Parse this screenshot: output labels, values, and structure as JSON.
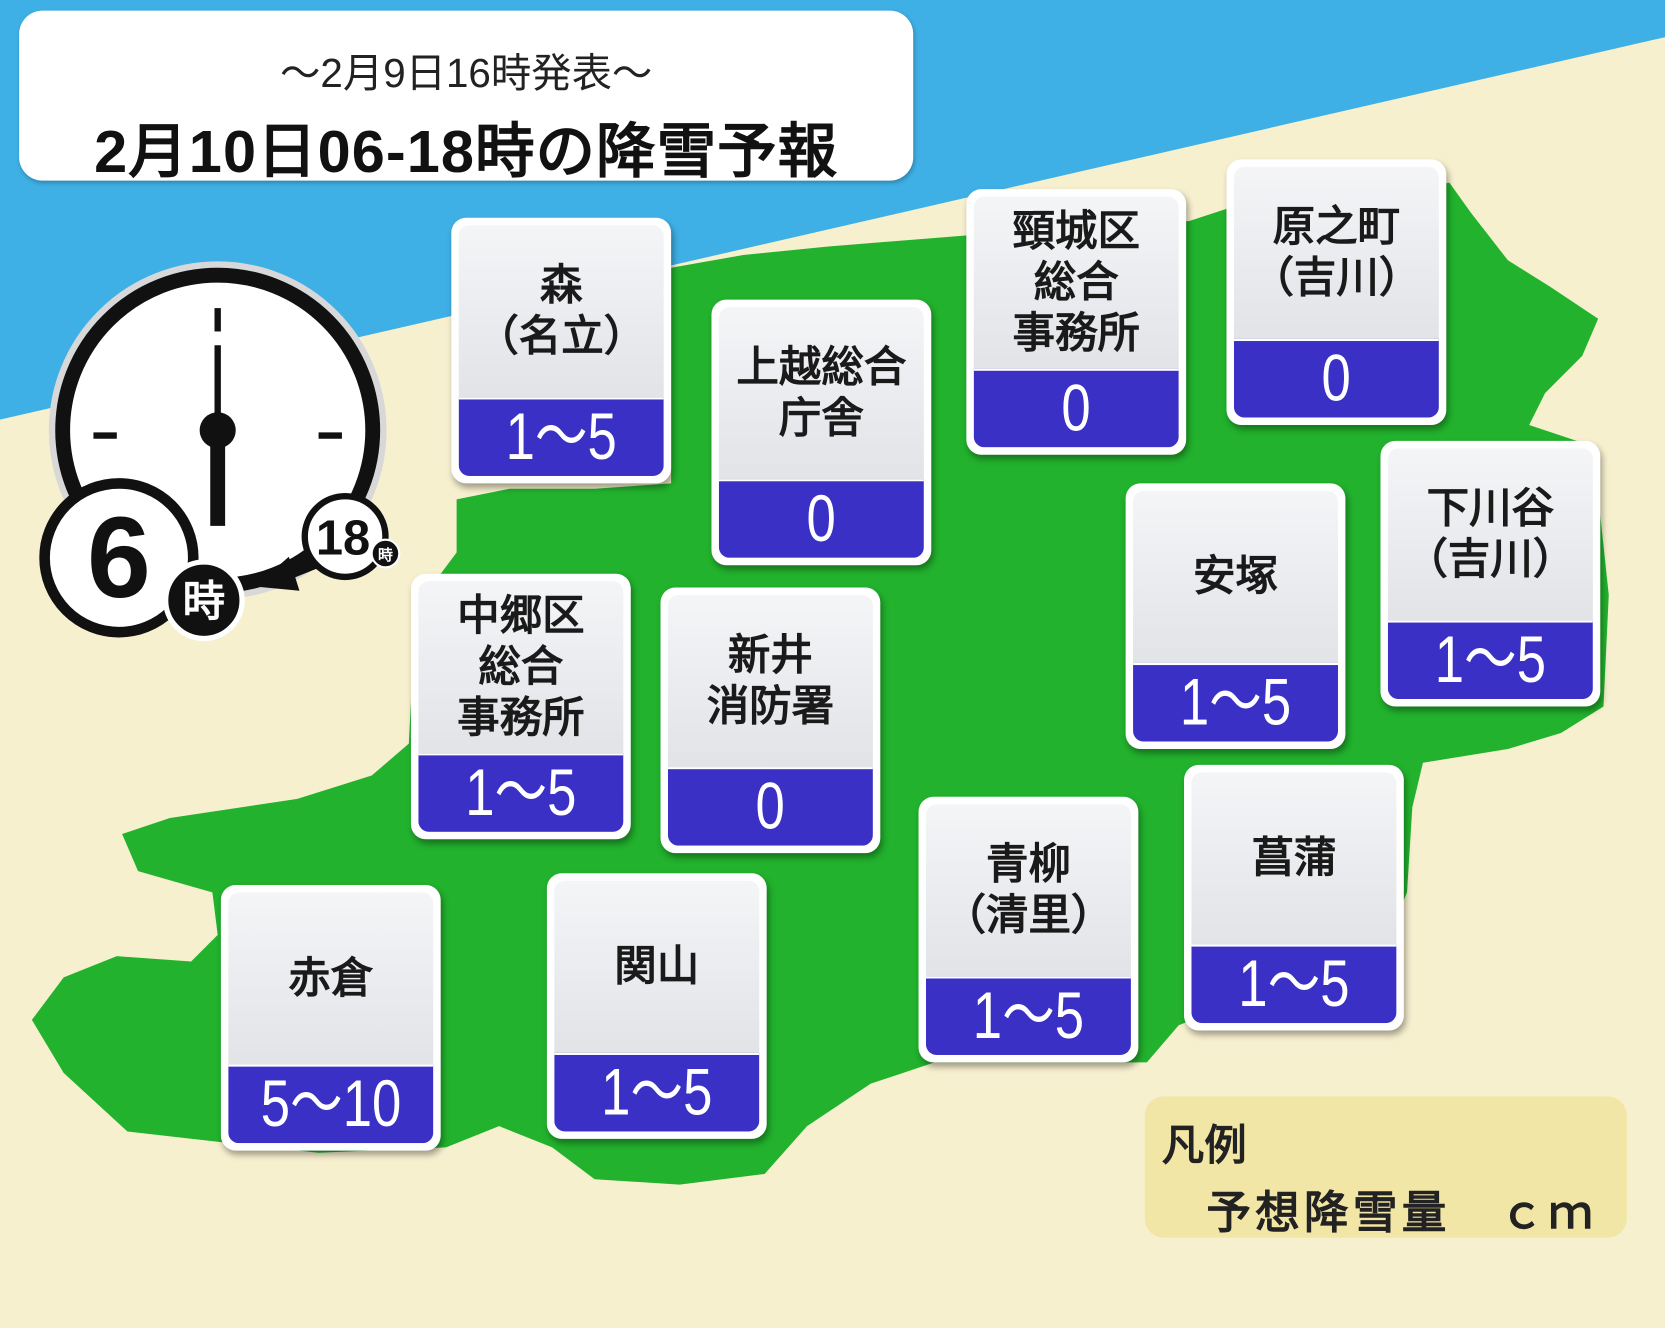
{
  "header": {
    "issued": "〜2月9日16時発表〜",
    "title": "2月10日06-18時の降雪予報"
  },
  "clock": {
    "start_hour": "6",
    "start_unit": "時",
    "end_hour": "18",
    "end_unit": "時"
  },
  "stations": [
    {
      "lines": [
        "森",
        "（名立）"
      ],
      "value": "1〜5"
    },
    {
      "lines": [
        "上越総合",
        "庁舎"
      ],
      "value": "0"
    },
    {
      "lines": [
        "頸城区",
        "総合",
        "事務所"
      ],
      "value": "0"
    },
    {
      "lines": [
        "原之町",
        "（吉川）"
      ],
      "value": "0"
    },
    {
      "lines": [
        "下川谷",
        "（吉川）"
      ],
      "value": "1〜5"
    },
    {
      "lines": [
        "安塚"
      ],
      "value": "1〜5"
    },
    {
      "lines": [
        "中郷区",
        "総合",
        "事務所"
      ],
      "value": "1〜5"
    },
    {
      "lines": [
        "新井",
        "消防署"
      ],
      "value": "0"
    },
    {
      "lines": [
        "青柳",
        "（清里）"
      ],
      "value": "1〜5"
    },
    {
      "lines": [
        "菖蒲"
      ],
      "value": "1〜5"
    },
    {
      "lines": [
        "赤倉"
      ],
      "value": "5〜10"
    },
    {
      "lines": [
        "関山"
      ],
      "value": "1〜5"
    }
  ],
  "legend": {
    "title": "凡例",
    "label": "予想降雪量　ｃｍ"
  },
  "colors": {
    "sea": "#3fb0e6",
    "land": "#f7f0cf",
    "region": "#22b22d",
    "value_band": "#3a30c6",
    "legend_bg": "#f2e6a6"
  }
}
